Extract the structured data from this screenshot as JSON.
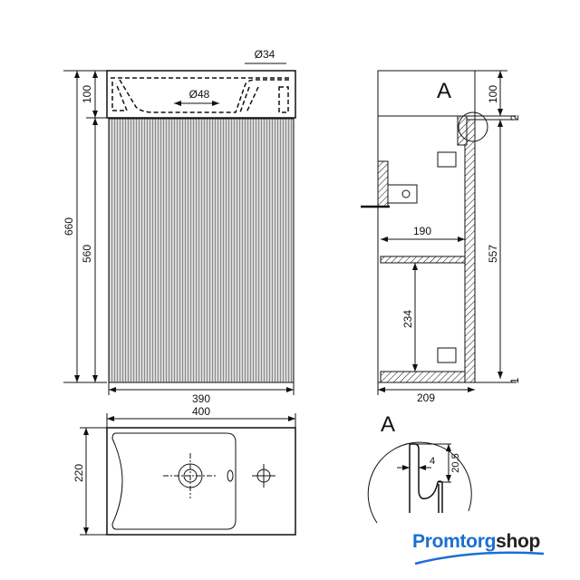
{
  "front_view": {
    "total_height": "660",
    "cabinet_height": "560",
    "sink_height": "100",
    "cabinet_width": "390",
    "drain_diameter": "Ø48",
    "tap_hole_diameter": "Ø34"
  },
  "top_view": {
    "width": "400",
    "depth": "220"
  },
  "side_view": {
    "detail_label": "A",
    "sink_height": "100",
    "gap_top": "2",
    "cabinet_height": "557",
    "gap_bottom": "1",
    "shelf_depth": "190",
    "shelf_height": "234",
    "depth": "209"
  },
  "detail_a": {
    "label": "A",
    "thickness": "4",
    "hook_height": "20,5"
  },
  "logo": {
    "part1": "Promtorg",
    "part2": "shop",
    "color": "#1a6fd1"
  }
}
